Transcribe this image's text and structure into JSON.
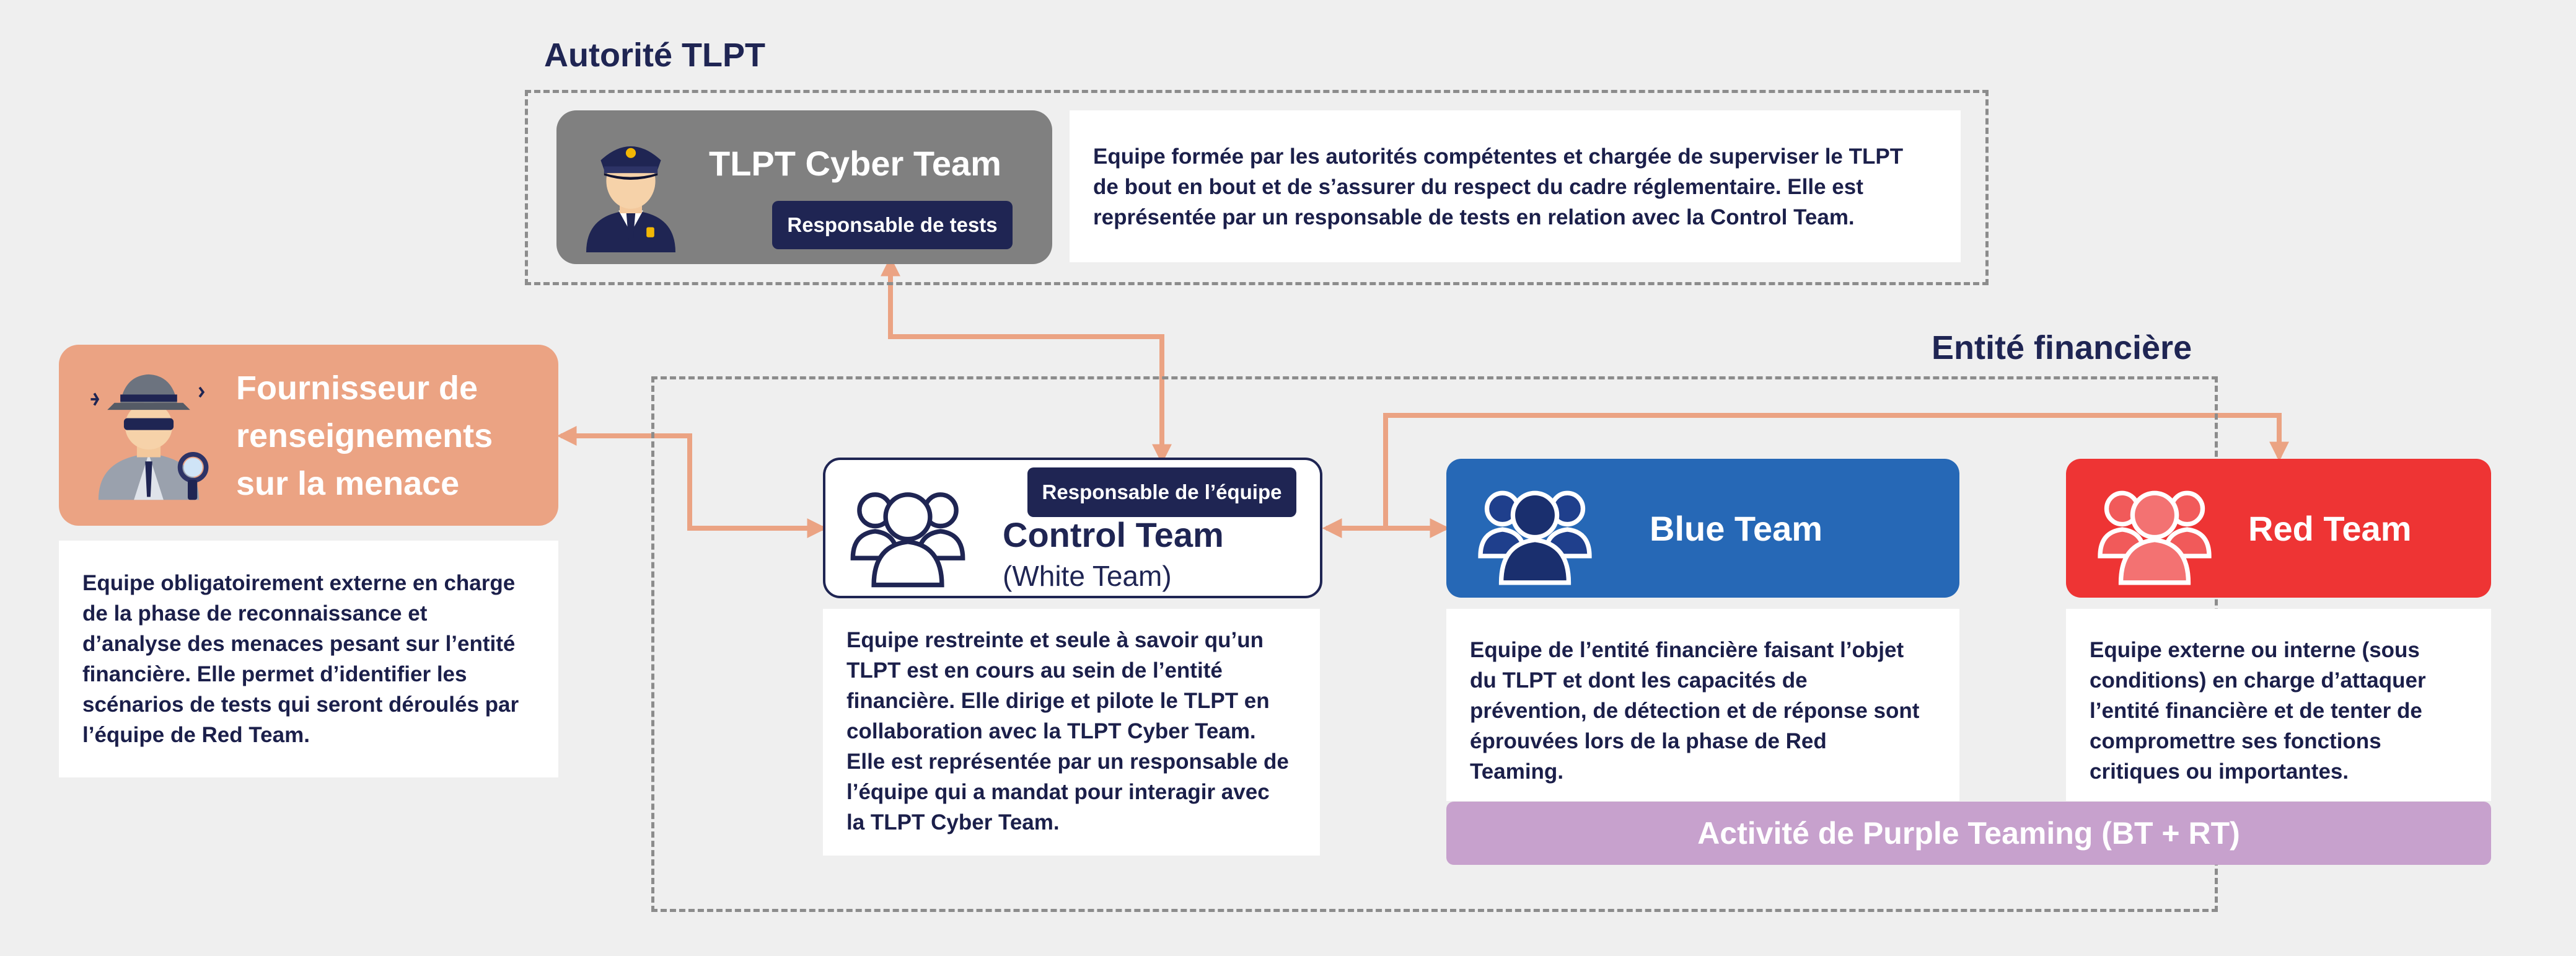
{
  "authority": {
    "title": "Autorité TLPT",
    "cyber_team": {
      "name": "TLPT Cyber Team",
      "badge": "Responsable de tests",
      "icon": "police-officer-icon",
      "description": "Equipe formée par les autorités compétentes et chargée de superviser le TLPT de bout en bout et de s’assurer du respect du cadre réglementaire. Elle est représentée par un responsable de tests en relation avec la Control Team."
    }
  },
  "entity": {
    "title": "Entité financière"
  },
  "threat_intel": {
    "name": "Fournisseur de renseignements sur la menace",
    "icon": "detective-icon",
    "description": "Equipe obligatoirement externe en charge de la phase de reconnaissance et d’analyse des menaces pesant sur l’entité financière. Elle permet d’identifier les scénarios de tests qui seront déroulés par l’équipe de Red Team."
  },
  "control_team": {
    "name": "Control Team",
    "subtitle": "(White Team)",
    "badge": "Responsable de l’équipe",
    "icon": "team-icon",
    "description": "Equipe restreinte et seule à savoir qu’un TLPT est en cours au sein de l’entité financière. Elle dirige et pilote le TLPT en collaboration avec la TLPT Cyber Team. Elle est représentée par un responsable de l’équipe qui a mandat pour interagir avec la TLPT Cyber Team."
  },
  "blue_team": {
    "name": "Blue Team",
    "icon": "team-icon",
    "description": "Equipe de l’entité financière faisant l’objet du TLPT et dont les capacités de prévention, de détection et de réponse sont éprouvées lors de la phase de Red Teaming."
  },
  "red_team": {
    "name": "Red Team",
    "icon": "team-icon",
    "description": "Equipe externe ou interne (sous conditions) en charge d’attaquer l’entité financière et de tenter de compromettre ses fonctions critiques ou importantes."
  },
  "purple": {
    "label": "Activité de Purple Teaming (BT + RT)"
  },
  "colors": {
    "navy": "#1f2553",
    "connector": "#eba383",
    "threat_card": "#eba383",
    "cyber_card": "#808080",
    "blue_card": "#2668b6",
    "red_card": "#ee3434",
    "purple_bar": "#c7a1cd"
  }
}
